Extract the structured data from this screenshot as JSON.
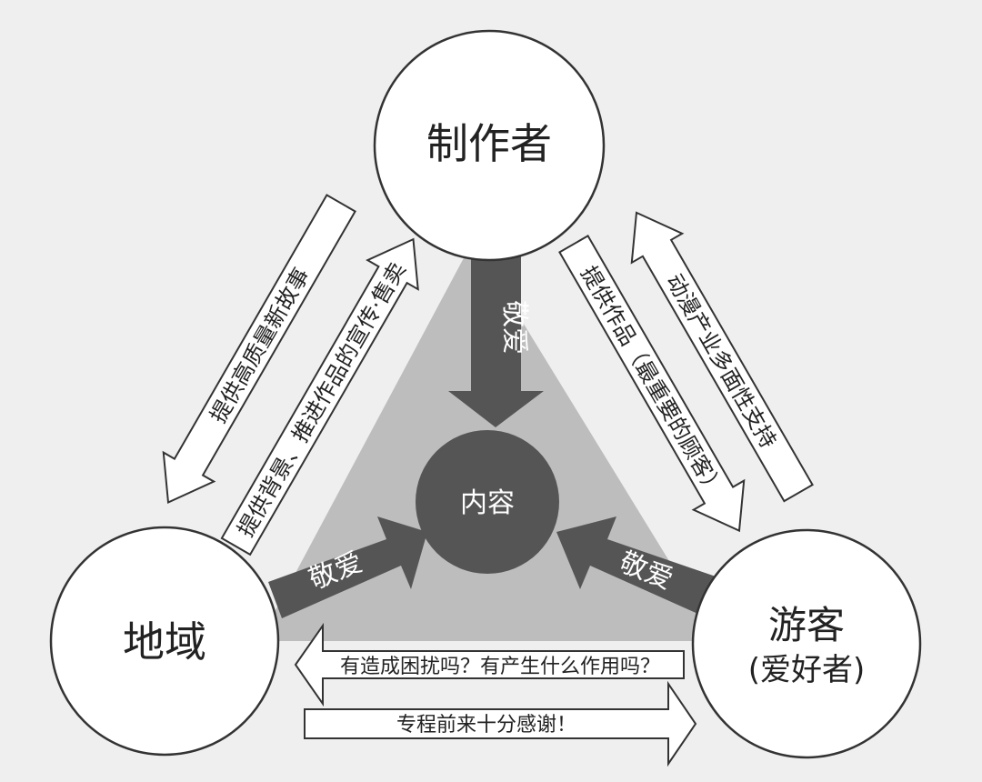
{
  "nodes": {
    "producer": {
      "label": "制作者"
    },
    "region": {
      "label": "地域"
    },
    "tourist": {
      "label": "游客",
      "sublabel": "(爱好者)"
    },
    "content": {
      "label": "内容"
    }
  },
  "respect_labels": {
    "from_producer": "敬爱",
    "from_region": "敬爱",
    "from_tourist": "敬爱"
  },
  "relations": {
    "producer_to_region": "提供高质量新故事",
    "region_to_producer": "提供背景、推进作品的宣传·售卖",
    "producer_to_tourist": "提供作品（最重要的顾客）",
    "tourist_to_producer": "动漫产业多面性支持",
    "tourist_to_region": "有造成困扰吗？有产生什么作用吗？",
    "region_to_tourist": "专程前来十分感谢！"
  },
  "colors": {
    "background": "#efefef",
    "triangle": "#bdbdbd",
    "dark": "#555555",
    "outline": "#333333",
    "white": "#ffffff"
  }
}
